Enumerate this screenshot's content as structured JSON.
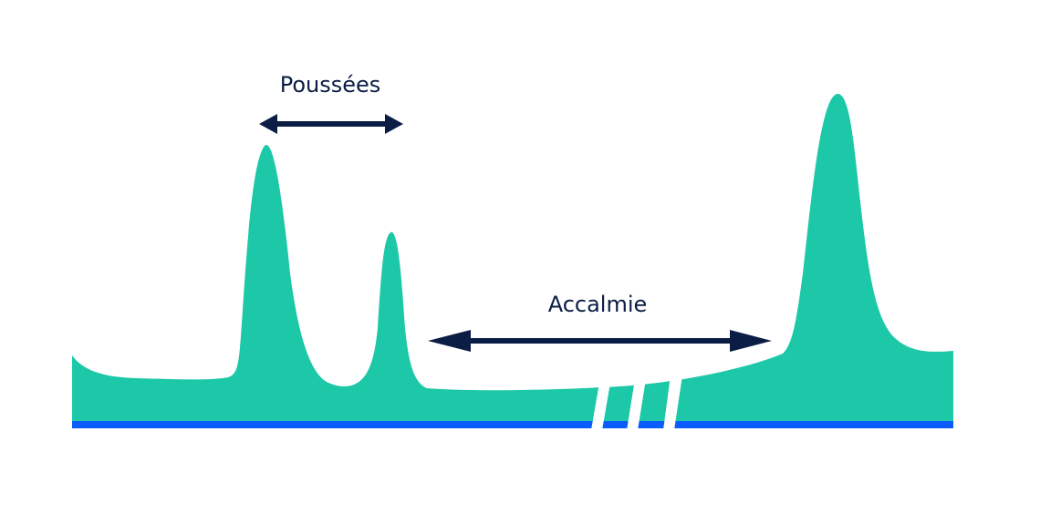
{
  "diagram": {
    "labels": {
      "bursts": "Poussées",
      "calm": "Accalmie"
    },
    "colors": {
      "curve_fill": "#1CC8A8",
      "baseline": "#0A5CFF",
      "arrow": "#0B1D45",
      "label_text": "#0B1D45",
      "background": "#FFFFFF"
    },
    "elements": {
      "curve": "activity-curve",
      "baseline": "time-axis-line",
      "axis_break": "axis-break-marks",
      "bursts_arrow": "double-arrow",
      "calm_arrow": "double-arrow"
    }
  }
}
